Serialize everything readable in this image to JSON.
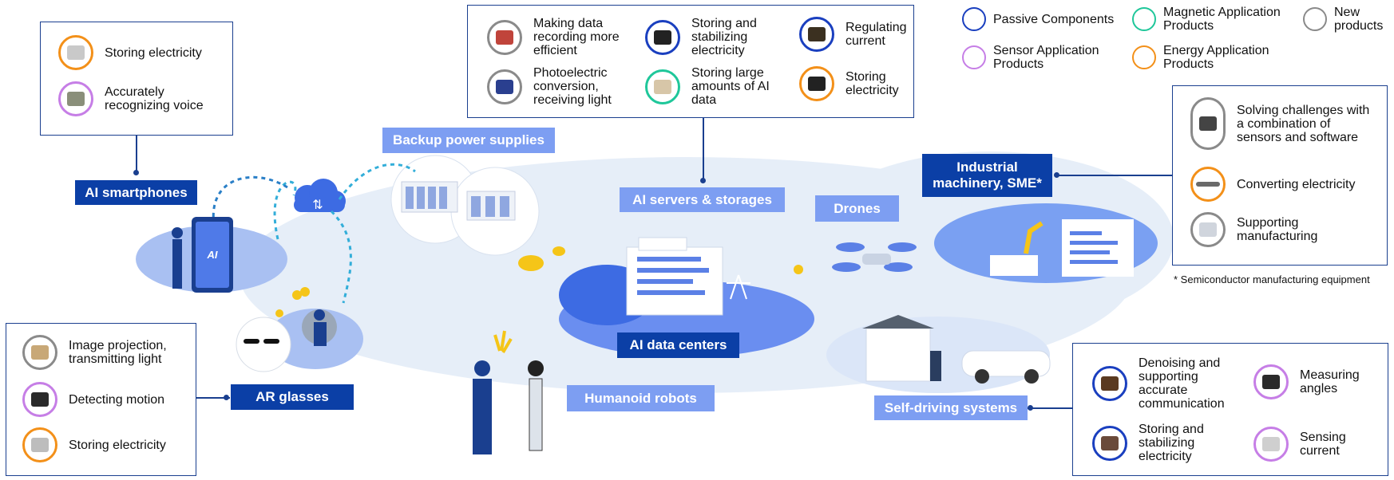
{
  "legend": {
    "passive": {
      "label": "Passive Components",
      "color": "#1a3fbf"
    },
    "magnetic": {
      "label": "Magnetic Application Products",
      "color": "#1fc79a"
    },
    "new": {
      "label": "New products",
      "color": "#8a8a8a"
    },
    "sensor": {
      "label": "Sensor Application Products",
      "color": "#c67ee6"
    },
    "energy": {
      "label": "Energy Application Products",
      "color": "#f39019"
    }
  },
  "smartphones_box": {
    "items": [
      {
        "text": "Storing electricity",
        "category": "energy",
        "icon": "battery-icon"
      },
      {
        "text": "Accurately recognizing voice",
        "category": "sensor",
        "icon": "microphone-chip-icon"
      }
    ]
  },
  "servers_box": {
    "items": [
      {
        "text": "Making data recording more efficient",
        "category": "new",
        "icon": "hdd-head-icon"
      },
      {
        "text": "Storing and stabilizing electricity",
        "category": "passive",
        "icon": "capacitor-icon"
      },
      {
        "text": "Regulating current",
        "category": "passive",
        "icon": "inductor-icon"
      },
      {
        "text": "Photoelectric conversion, receiving light",
        "category": "new",
        "icon": "photodetector-icon"
      },
      {
        "text": "Storing large amounts of AI data",
        "category": "magnetic",
        "icon": "cable-icon"
      },
      {
        "text": "Storing electricity",
        "category": "energy",
        "icon": "battery-pack-icon"
      }
    ]
  },
  "industrial_box": {
    "items": [
      {
        "text": "Solving challenges with a combination of sensors and software",
        "category": "new",
        "icon": "sensor-software-icon"
      },
      {
        "text": "Converting electricity",
        "category": "energy",
        "icon": "power-converter-icon"
      },
      {
        "text": "Supporting manufacturing",
        "category": "new",
        "icon": "machine-icon"
      }
    ],
    "footnote": "* Semiconductor manufacturing equipment"
  },
  "ar_box": {
    "items": [
      {
        "text": "Image projection, transmitting light",
        "category": "new",
        "icon": "projection-chip-icon"
      },
      {
        "text": "Detecting motion",
        "category": "sensor",
        "icon": "motion-sensor-icon"
      },
      {
        "text": "Storing electricity",
        "category": "energy",
        "icon": "battery-cell-icon"
      }
    ]
  },
  "self_driving_box": {
    "items": [
      {
        "text": "Denoising and supporting accurate communication",
        "category": "passive",
        "icon": "choke-coil-icon"
      },
      {
        "text": "Measuring angles",
        "category": "sensor",
        "icon": "angle-sensor-icon"
      },
      {
        "text": "Storing and stabilizing electricity",
        "category": "passive",
        "icon": "film-capacitor-icon"
      },
      {
        "text": "Sensing current",
        "category": "sensor",
        "icon": "current-sensor-icon"
      }
    ]
  },
  "tags": {
    "ai_smartphones": "AI smartphones",
    "ar_glasses": "AR glasses",
    "backup_power": "Backup power supplies",
    "ai_servers": "AI servers & storages",
    "drones": "Drones",
    "industrial": "Industrial machinery, SME*",
    "ai_data_centers": "AI data centers",
    "humanoid_robots": "Humanoid robots",
    "self_driving": "Self-driving systems"
  },
  "illustration": {
    "phone_label": "AI"
  }
}
